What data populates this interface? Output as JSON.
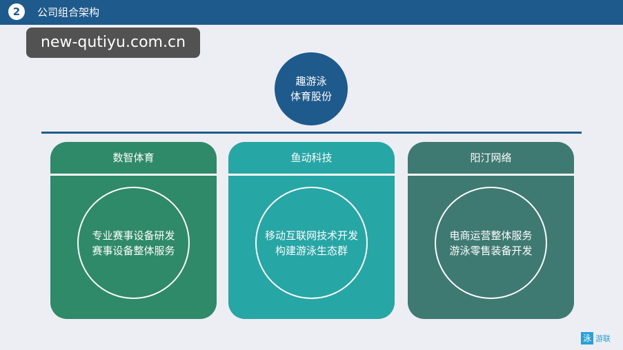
{
  "header": {
    "section_number": "2",
    "title": "公司组合架构"
  },
  "watermark": {
    "text": "new-qutiyu.com.cn"
  },
  "root": {
    "line1": "趣游泳",
    "line2": "体育股份"
  },
  "divisions": [
    {
      "name": "数智体育",
      "line1": "专业赛事设备研发",
      "line2": "赛事设备整体服务"
    },
    {
      "name": "鱼动科技",
      "line1": "移动互联网技术开发",
      "line2": "构建游泳生态群"
    },
    {
      "name": "阳汀网络",
      "line1": "电商运营整体服务",
      "line2": "游泳零售装备开发"
    }
  ],
  "logo": {
    "mark": "泳",
    "text": "游联"
  },
  "colors": {
    "header": "#1e5a8c",
    "root": "#1e5a8c",
    "division_1": "#2e8a68",
    "division_2": "#27a6a6",
    "division_3": "#3e7a72",
    "background": "#eceef4"
  }
}
